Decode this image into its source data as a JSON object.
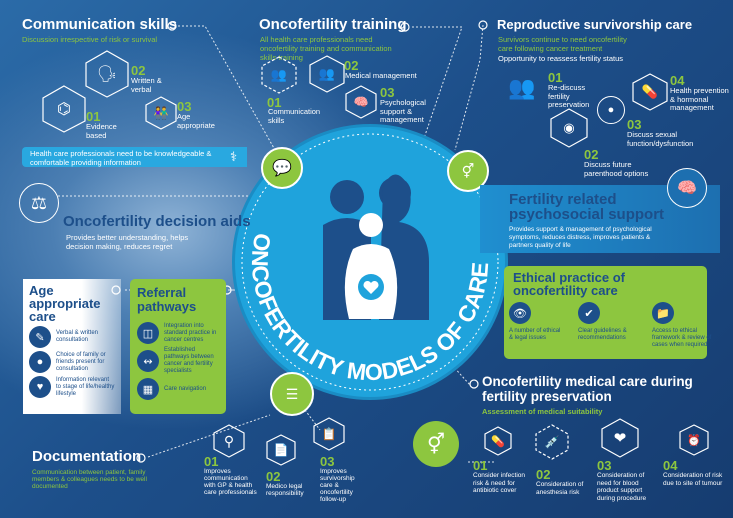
{
  "center": {
    "title": "ONCOFERTILITY MODELS OF CARE"
  },
  "communication": {
    "title": "Communication skills",
    "subtitle": "Discussion irrespective of risk or survival",
    "items": [
      {
        "num": "01",
        "label": "Evidence based"
      },
      {
        "num": "02",
        "label": "Written & verbal"
      },
      {
        "num": "03",
        "label": "Age appropriate"
      }
    ],
    "banner": "Health care professionals need to be knowledgeable & comfortable providing information"
  },
  "training": {
    "title": "Oncofertility training",
    "subtitle": "All health care professionals need oncofertility training and communication skills training",
    "items": [
      {
        "num": "01",
        "label": "Communication skills"
      },
      {
        "num": "02",
        "label": "Medical management"
      },
      {
        "num": "03",
        "label": "Psychological support & management"
      }
    ]
  },
  "survivorship": {
    "title": "Reproductive survivorship care",
    "subtitle": "Survivors continue to need oncofertility care following cancer treatment",
    "note": "Opportunity to reassess fertility status",
    "items": [
      {
        "num": "01",
        "label": "Re-discuss fertility preservation"
      },
      {
        "num": "02",
        "label": "Discuss future parenthood options"
      },
      {
        "num": "03",
        "label": "Discuss sexual function/dysfunction"
      },
      {
        "num": "04",
        "label": "Health prevention & hormonal management"
      }
    ]
  },
  "decision_aids": {
    "title": "Oncofertility decision aids",
    "text": "Provides better understanding, helps decision making, reduces regret"
  },
  "psychosocial": {
    "title": "Fertility related psychosocial support",
    "text": "Provides support & management of psychological symptoms, reduces distress, improves patients & partners quality of life"
  },
  "ethical": {
    "title": "Ethical practice of oncofertility care",
    "items": [
      "A number of ethical & legal issues",
      "Clear guidelines & recommendations",
      "Access to ethical framework & review of cases when required"
    ]
  },
  "age_care": {
    "title": "Age appropriate care",
    "items": [
      "Verbal & written consultation",
      "Choice of family or friends present for consultation",
      "Information relevant to stage of life/healthy lifestyle"
    ]
  },
  "referral": {
    "title": "Referral pathways",
    "items": [
      "Integration into standard practice in cancer centres",
      "Established pathways between cancer and fertility specialists",
      "Care navigation"
    ]
  },
  "documentation": {
    "title": "Documentation",
    "subtitle": "Communication between patient, family members & colleagues needs to be well documented",
    "items": [
      {
        "num": "01",
        "label": "Improves communication with GP & health care professionals"
      },
      {
        "num": "02",
        "label": "Medico legal responsibility"
      },
      {
        "num": "03",
        "label": "Improves survivorship care & oncofertility follow-up"
      }
    ]
  },
  "medical": {
    "title": "Oncofertility medical care during fertility preservation",
    "subtitle": "Assessment of medical suitability",
    "items": [
      {
        "num": "01",
        "label": "Consider infection risk & need for antibiotic cover"
      },
      {
        "num": "02",
        "label": "Consideration of anesthesia risk"
      },
      {
        "num": "03",
        "label": "Consideration of need for blood product support during procedure"
      },
      {
        "num": "04",
        "label": "Consideration of risk due to site of tumour"
      }
    ]
  },
  "colors": {
    "green": "#8dc63f",
    "blue": "#29a8e0",
    "navy": "#1d4f8a"
  }
}
